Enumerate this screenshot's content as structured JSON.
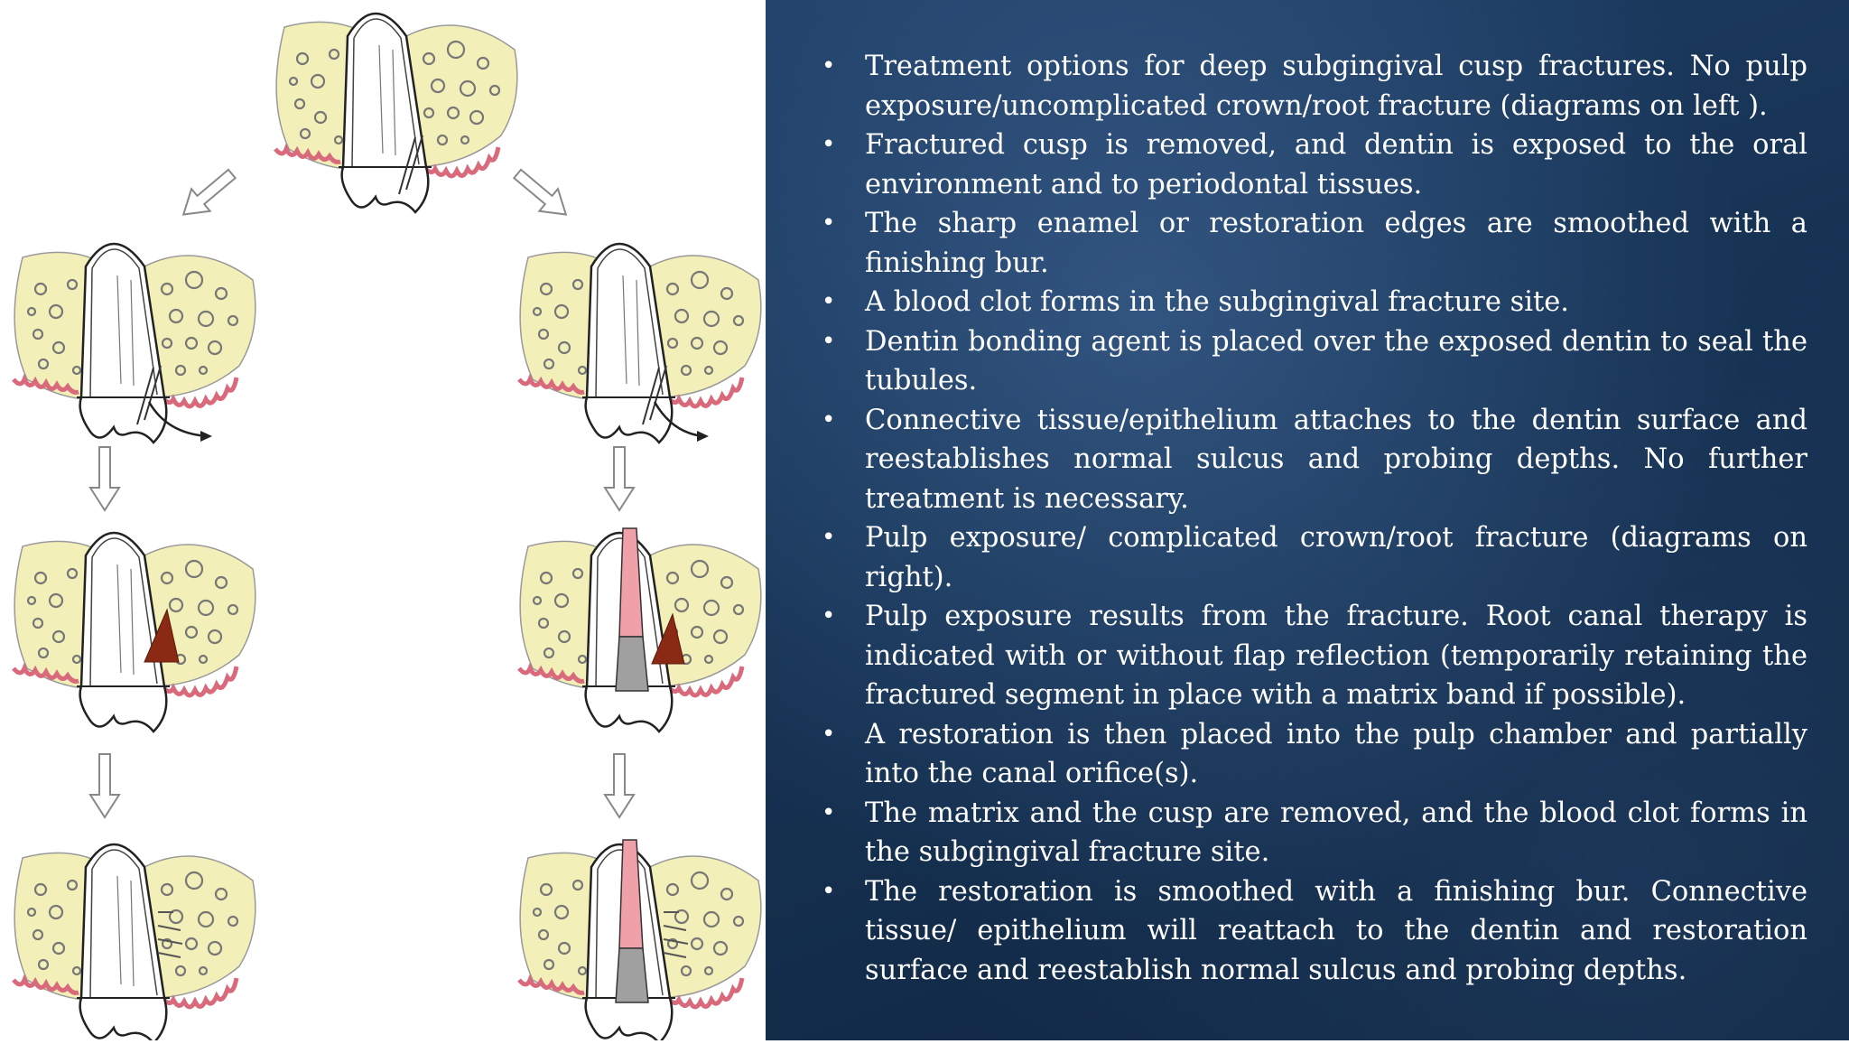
{
  "colors": {
    "panel_background": "#163253",
    "bone": "#f3efb8",
    "gingiva": "#e07a8a",
    "blood_clot": "#8a2a14",
    "pulp_fill": "#f0a0a8",
    "restoration": "#a0a0a0"
  },
  "diagram": {
    "description_icons": [
      "tooth-icon",
      "arrow-icon"
    ]
  },
  "bullets": [
    "Treatment options for deep subgingival cusp fractures. No pulp exposure/uncomplicated crown/root fracture (diagrams on left ).",
    "Fractured cusp is removed, and dentin is exposed to the oral environment and to periodontal tissues.",
    "The sharp enamel or restoration edges are smoothed with a finishing bur.",
    "A blood clot forms in the subgingival fracture site.",
    "Dentin bonding agent is placed over the exposed dentin to seal the tubules.",
    "Connective tissue/epithelium attaches to the dentin surface and reestablishes normal sulcus and probing depths. No further treatment is necessary.",
    "Pulp exposure/ complicated crown/root fracture (diagrams on right).",
    " Pulp exposure results from the fracture. Root canal therapy is indicated with or without flap reflection (temporarily retaining the fractured segment in place with a matrix band if possible).",
    " A restoration is then placed into the pulp chamber and partially into the canal orifice(s).",
    "The matrix and the cusp are removed, and the blood clot forms in the subgingival fracture site.",
    "The restoration is smoothed with a finishing bur. Connective tissue/ epithelium will reattach to the dentin and restoration surface and reestablish normal sulcus and probing depths."
  ]
}
